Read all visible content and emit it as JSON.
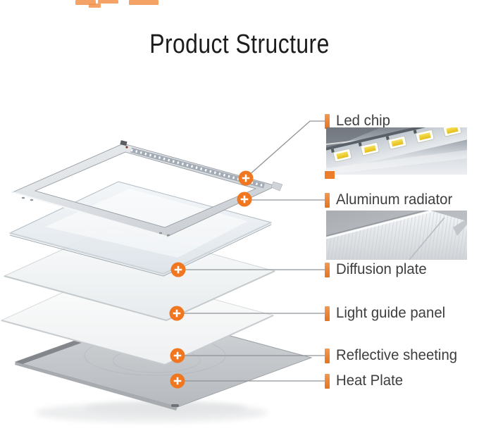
{
  "title": "Product Structure",
  "header_fragment": {
    "color": "#F2924A"
  },
  "accent": {
    "bar_color": "#ED7D2B",
    "marker_color": "#F0761F",
    "line_color": "#8F9398",
    "label_text_color": "#3E3E3E",
    "title_color": "#1C1C1C"
  },
  "labels": [
    {
      "id": "led-chip",
      "text": "Led chip"
    },
    {
      "id": "aluminum-radiator",
      "text": "Aluminum radiator"
    },
    {
      "id": "diffusion-plate",
      "text": "Diffusion plate"
    },
    {
      "id": "light-guide-panel",
      "text": "Light guide panel"
    },
    {
      "id": "reflective-sheeting",
      "text": "Reflective sheeting"
    },
    {
      "id": "heat-plate",
      "text": "Heat Plate"
    }
  ],
  "insets": [
    {
      "id": "led-chip-photo",
      "alt": "macro photo of LED chips on aluminum strip"
    },
    {
      "id": "aluminum-radiator-photo",
      "alt": "corner of brushed aluminum frame"
    }
  ]
}
